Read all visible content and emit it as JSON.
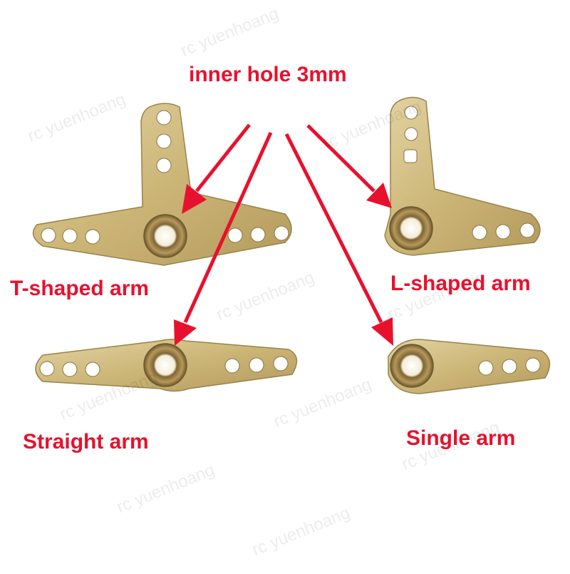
{
  "colors": {
    "label": "#e8112d",
    "arrow": "#e8112d",
    "brass_light": "#d8c38a",
    "brass_mid": "#c2a865",
    "brass_dark": "#8e7640"
  },
  "labels": {
    "inner_hole": "inner hole 3mm",
    "t_shaped": "T-shaped arm",
    "l_shaped": "L-shaped arm",
    "straight": "Straight arm",
    "single": "Single arm"
  },
  "watermark": "rc yuenhoang"
}
